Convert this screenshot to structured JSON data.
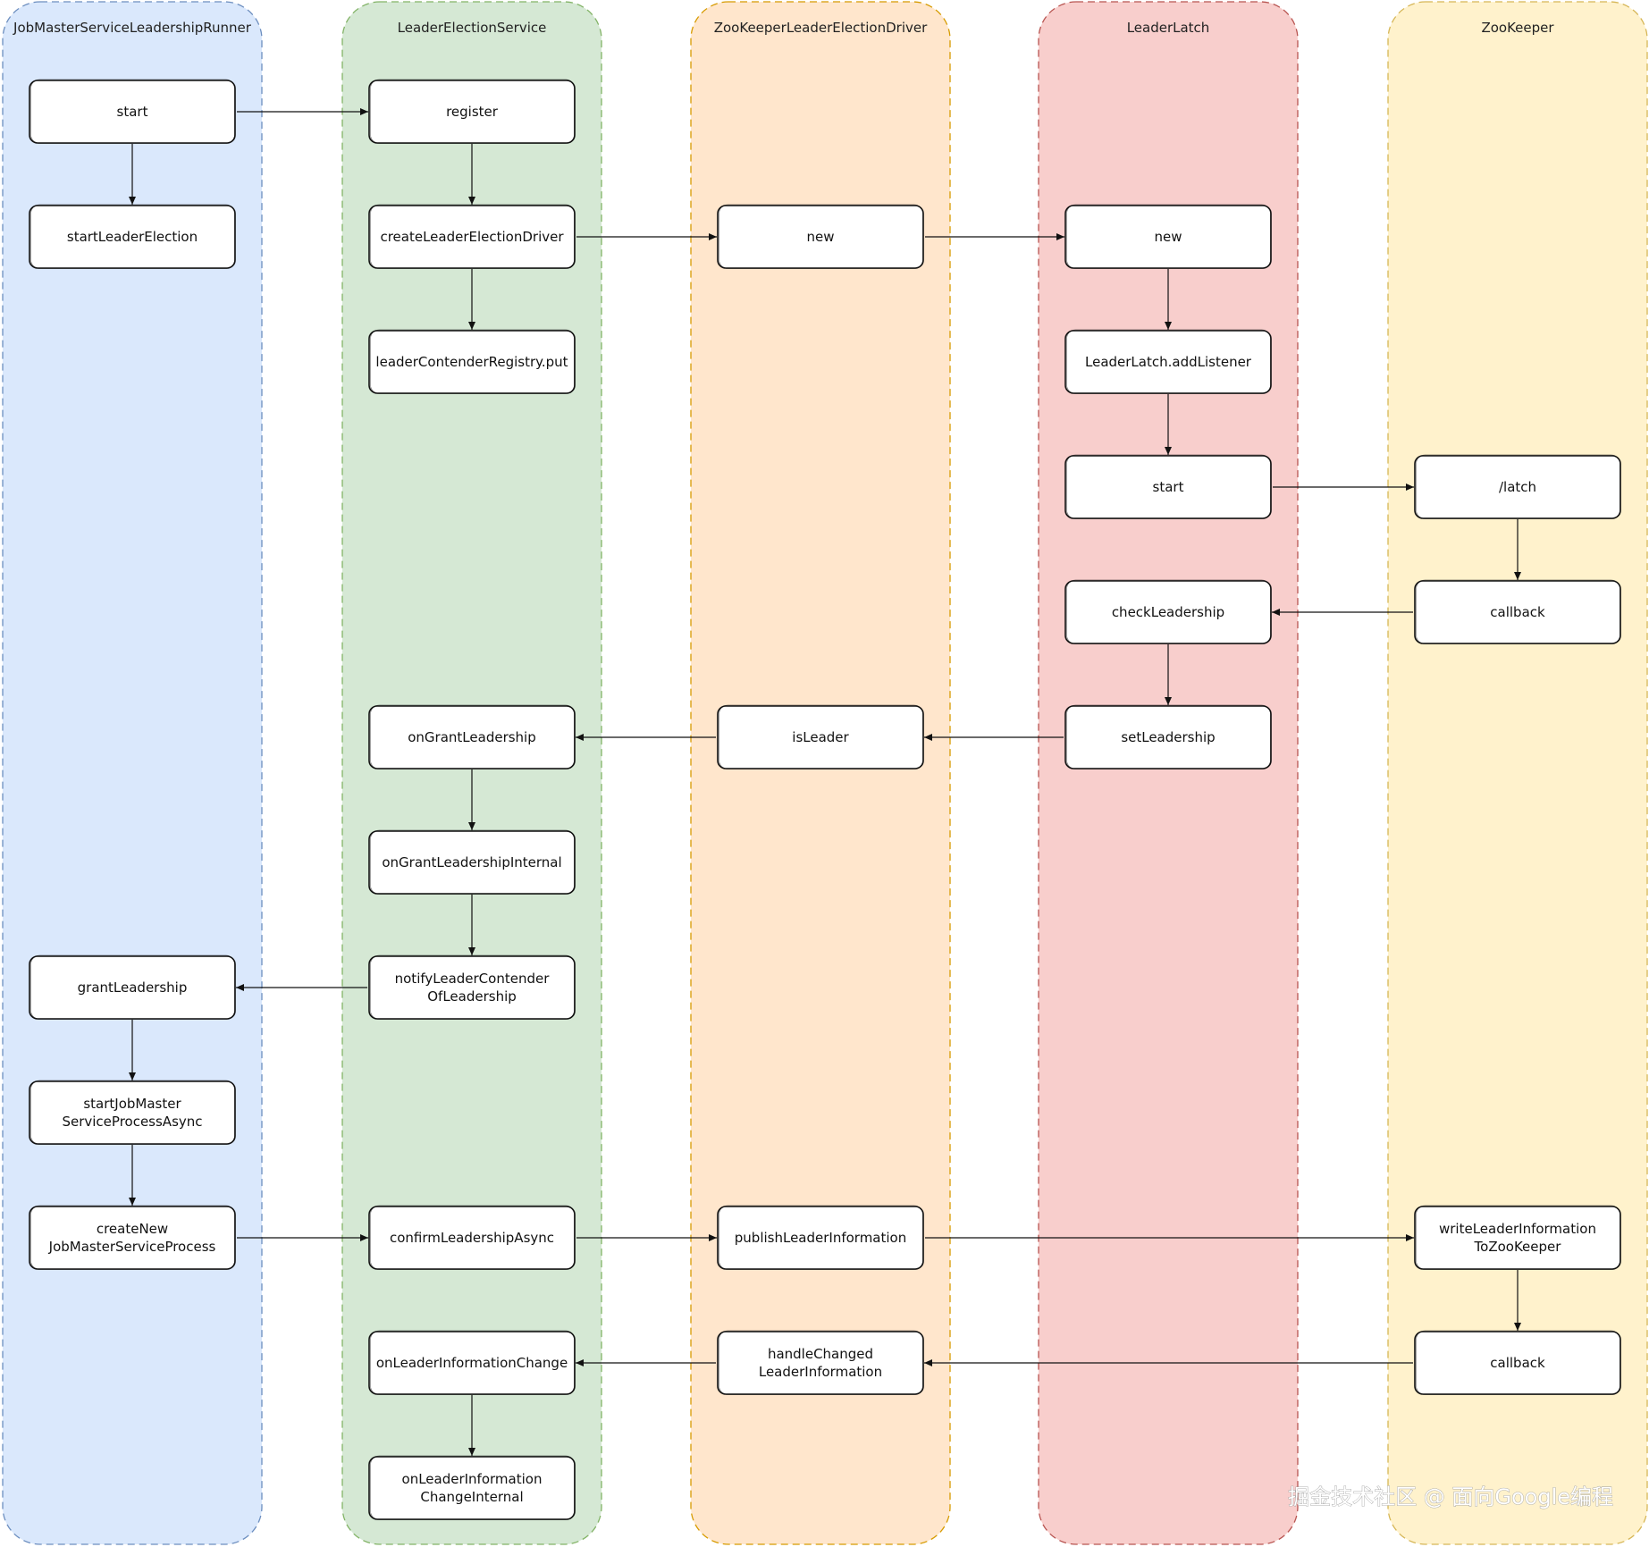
{
  "lanes": [
    {
      "id": "runner",
      "title": "JobMasterServiceLeadershipRunner",
      "fill": "#dae8fc",
      "stroke": "#6c8ebf"
    },
    {
      "id": "service",
      "title": "LeaderElectionService",
      "fill": "#d5e8d4",
      "stroke": "#82b366"
    },
    {
      "id": "driver",
      "title": "ZooKeeperLeaderElectionDriver",
      "fill": "#ffe6cc",
      "stroke": "#d79b00"
    },
    {
      "id": "latch",
      "title": "LeaderLatch",
      "fill": "#f8cecc",
      "stroke": "#b85450"
    },
    {
      "id": "zk",
      "title": "ZooKeeper",
      "fill": "#fff2cc",
      "stroke": "#d6b656"
    }
  ],
  "nodes": [
    {
      "id": "r_start",
      "lane": "runner",
      "row": 0,
      "lines": [
        "start"
      ]
    },
    {
      "id": "r_sle",
      "lane": "runner",
      "row": 1,
      "lines": [
        "startLeaderElection"
      ]
    },
    {
      "id": "r_grant",
      "lane": "runner",
      "row": 7,
      "lines": [
        "grantLeadership"
      ]
    },
    {
      "id": "r_sjm",
      "lane": "runner",
      "row": 8,
      "lines": [
        "startJobMaster",
        "ServiceProcessAsync"
      ]
    },
    {
      "id": "r_cnew",
      "lane": "runner",
      "row": 9,
      "lines": [
        "createNew",
        "JobMasterServiceProcess"
      ]
    },
    {
      "id": "s_reg",
      "lane": "service",
      "row": 0,
      "lines": [
        "register"
      ]
    },
    {
      "id": "s_cled",
      "lane": "service",
      "row": 1,
      "lines": [
        "createLeaderElectionDriver"
      ]
    },
    {
      "id": "s_put",
      "lane": "service",
      "row": 2,
      "lines": [
        "leaderContenderRegistry.put"
      ]
    },
    {
      "id": "s_ogl",
      "lane": "service",
      "row": 5,
      "lines": [
        "onGrantLeadership"
      ]
    },
    {
      "id": "s_ogli",
      "lane": "service",
      "row": 6,
      "lines": [
        "onGrantLeadershipInternal"
      ]
    },
    {
      "id": "s_notify",
      "lane": "service",
      "row": 7,
      "lines": [
        "notifyLeaderContender",
        "OfLeadership"
      ]
    },
    {
      "id": "s_confirm",
      "lane": "service",
      "row": 9,
      "lines": [
        "confirmLeadershipAsync"
      ]
    },
    {
      "id": "s_olic",
      "lane": "service",
      "row": 10,
      "lines": [
        "onLeaderInformationChange"
      ]
    },
    {
      "id": "s_olici",
      "lane": "service",
      "row": 11,
      "lines": [
        "onLeaderInformation",
        "ChangeInternal"
      ]
    },
    {
      "id": "d_new",
      "lane": "driver",
      "row": 1,
      "lines": [
        "new"
      ]
    },
    {
      "id": "d_isl",
      "lane": "driver",
      "row": 5,
      "lines": [
        "isLeader"
      ]
    },
    {
      "id": "d_pub",
      "lane": "driver",
      "row": 9,
      "lines": [
        "publishLeaderInformation"
      ]
    },
    {
      "id": "d_hcl",
      "lane": "driver",
      "row": 10,
      "lines": [
        "handleChanged",
        "LeaderInformation"
      ]
    },
    {
      "id": "l_new",
      "lane": "latch",
      "row": 1,
      "lines": [
        "new"
      ]
    },
    {
      "id": "l_add",
      "lane": "latch",
      "row": 2,
      "lines": [
        "LeaderLatch.addListener"
      ]
    },
    {
      "id": "l_start",
      "lane": "latch",
      "row": 3,
      "lines": [
        "start"
      ]
    },
    {
      "id": "l_check",
      "lane": "latch",
      "row": 4,
      "lines": [
        "checkLeadership"
      ]
    },
    {
      "id": "l_set",
      "lane": "latch",
      "row": 5,
      "lines": [
        "setLeadership"
      ]
    },
    {
      "id": "z_latch",
      "lane": "zk",
      "row": 3,
      "lines": [
        "/latch"
      ]
    },
    {
      "id": "z_cb1",
      "lane": "zk",
      "row": 4,
      "lines": [
        "callback"
      ]
    },
    {
      "id": "z_write",
      "lane": "zk",
      "row": 9,
      "lines": [
        "writeLeaderInformation",
        "ToZooKeeper"
      ]
    },
    {
      "id": "z_cb2",
      "lane": "zk",
      "row": 10,
      "lines": [
        "callback"
      ]
    }
  ],
  "edges": [
    [
      "r_start",
      "s_reg"
    ],
    [
      "r_start",
      "r_sle"
    ],
    [
      "s_reg",
      "s_cled"
    ],
    [
      "s_cled",
      "s_put"
    ],
    [
      "s_cled",
      "d_new"
    ],
    [
      "d_new",
      "l_new"
    ],
    [
      "l_new",
      "l_add"
    ],
    [
      "l_add",
      "l_start"
    ],
    [
      "l_start",
      "z_latch"
    ],
    [
      "z_latch",
      "z_cb1"
    ],
    [
      "z_cb1",
      "l_check"
    ],
    [
      "l_check",
      "l_set"
    ],
    [
      "l_set",
      "d_isl"
    ],
    [
      "d_isl",
      "s_ogl"
    ],
    [
      "s_ogl",
      "s_ogli"
    ],
    [
      "s_ogli",
      "s_notify"
    ],
    [
      "s_notify",
      "r_grant"
    ],
    [
      "r_grant",
      "r_sjm"
    ],
    [
      "r_sjm",
      "r_cnew"
    ],
    [
      "r_cnew",
      "s_confirm"
    ],
    [
      "s_confirm",
      "d_pub"
    ],
    [
      "d_pub",
      "z_write"
    ],
    [
      "z_write",
      "z_cb2"
    ],
    [
      "z_cb2",
      "d_hcl"
    ],
    [
      "d_hcl",
      "s_olic"
    ],
    [
      "s_olic",
      "s_olici"
    ]
  ],
  "watermark": "掘金技术社区 @ 面向Google编程"
}
